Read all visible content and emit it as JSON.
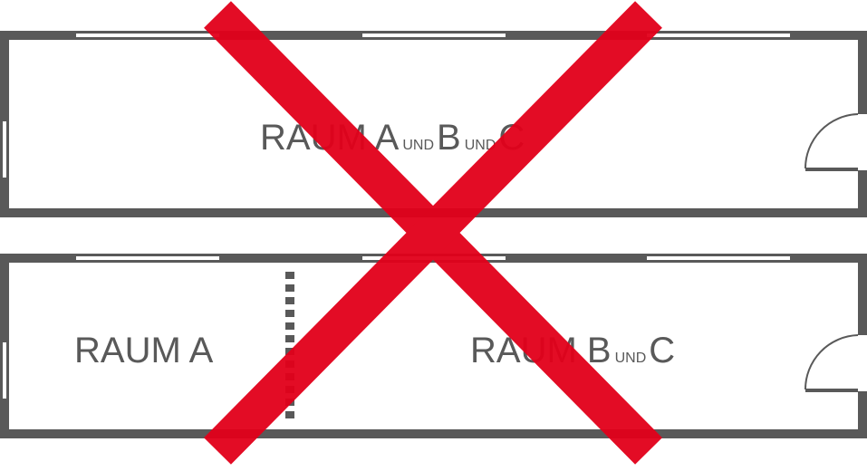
{
  "colors": {
    "wall": "#595959",
    "window": "#ffffff",
    "cross": "#e2001a",
    "text": "#595959"
  },
  "plan_top": {
    "label_part1": "RAUM A",
    "conj1": "UND",
    "label_part2": "B",
    "conj2": "UND",
    "label_part3": "C"
  },
  "plan_bottom": {
    "room_a_label": "RAUM A",
    "room_bc_part1": "RAUM B",
    "room_bc_conj": "UND",
    "room_bc_part2": "C"
  },
  "icons": {
    "cross": "cross-out-icon",
    "door": "door-swing-icon"
  }
}
